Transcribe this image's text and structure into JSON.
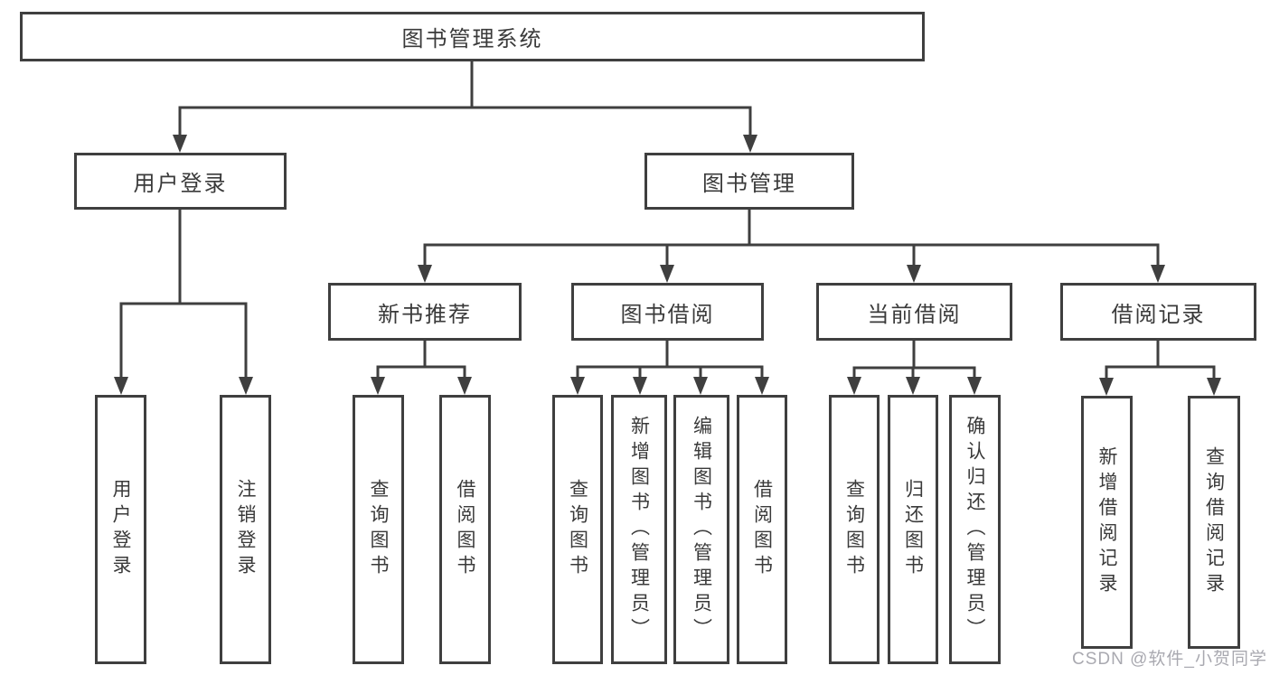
{
  "diagram": {
    "root": {
      "label": "图书管理系统"
    },
    "branches": [
      {
        "label": "用户登录",
        "children": [
          {
            "label": "用户登录"
          },
          {
            "label": "注销登录"
          }
        ]
      },
      {
        "label": "图书管理",
        "children": [
          {
            "label": "新书推荐",
            "children": [
              {
                "label": "查询图书"
              },
              {
                "label": "借阅图书"
              }
            ]
          },
          {
            "label": "图书借阅",
            "children": [
              {
                "label": "查询图书"
              },
              {
                "label": "新增图书（管理员）"
              },
              {
                "label": "编辑图书（管理员）"
              },
              {
                "label": "借阅图书"
              }
            ]
          },
          {
            "label": "当前借阅",
            "children": [
              {
                "label": "查询图书"
              },
              {
                "label": "归还图书"
              },
              {
                "label": "确认归还（管理员）"
              }
            ]
          },
          {
            "label": "借阅记录",
            "children": [
              {
                "label": "新增借阅记录"
              },
              {
                "label": "查询借阅记录"
              }
            ]
          }
        ]
      }
    ],
    "watermark": "CSDN @软件_小贺同学",
    "colors": {
      "line": "#3f3f3f",
      "text": "#3a3a3a",
      "watermark": "#a9a9b0",
      "background": "#ffffff"
    }
  }
}
